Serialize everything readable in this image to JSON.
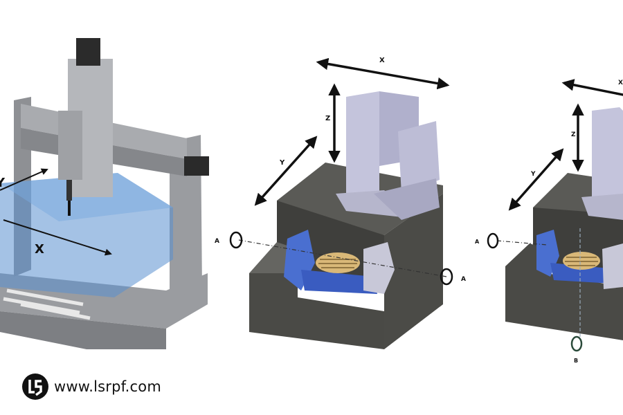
{
  "machines": [
    {
      "axis_labels": {
        "x": "X",
        "y": "Y"
      }
    },
    {
      "axis_labels": {
        "x": "X",
        "y": "Y",
        "z": "Z",
        "a_left": "A",
        "a_right": "A"
      }
    },
    {
      "axis_labels": {
        "x": "X",
        "y": "Y",
        "z": "Z",
        "a": "A",
        "b": "B"
      }
    }
  ],
  "watermark": {
    "text": "www.lsrpf.com",
    "logo_icon": "ls-circle-logo"
  },
  "colors": {
    "base": "#4a4a46",
    "spindle": "#c4c4dc",
    "trunnion": "#4a6fd0",
    "table": "#d9b878",
    "workarea": "#5a8fd0",
    "frame": "#8e9094"
  }
}
